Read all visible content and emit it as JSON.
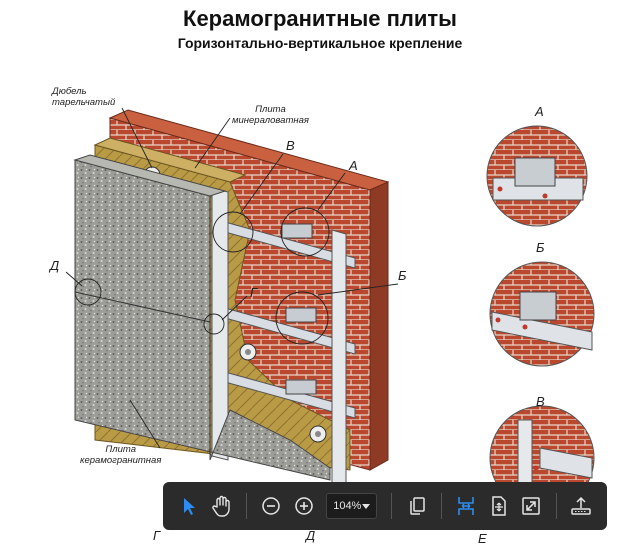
{
  "title": "Керамогранитные плиты",
  "subtitle": "Горизонтально-вертикальное крепление",
  "labels": {
    "dowel": "Дюбель\nтарельчатый",
    "insulation": "Плита\nминераловатная",
    "tile": "Плита\nкерамогранитная"
  },
  "letters": {
    "a_main": "А",
    "b_main": "Б",
    "v_main": "В",
    "g_main": "Г",
    "d_main": "Д",
    "g_bottom": "Г",
    "d_bottom": "Д",
    "a_detail": "А",
    "b_detail": "Б",
    "v_detail": "В",
    "e_bottom": "Е"
  },
  "toolbar": {
    "zoom_value": "104%",
    "tools": [
      "select-arrow-icon",
      "hand-pan-icon",
      "zoom-out-icon",
      "zoom-in-icon",
      "copy-pages-icon",
      "fit-width-icon",
      "fit-page-icon",
      "fullscreen-icon",
      "export-upload-icon"
    ],
    "accent_color": "#2d8cf0"
  }
}
